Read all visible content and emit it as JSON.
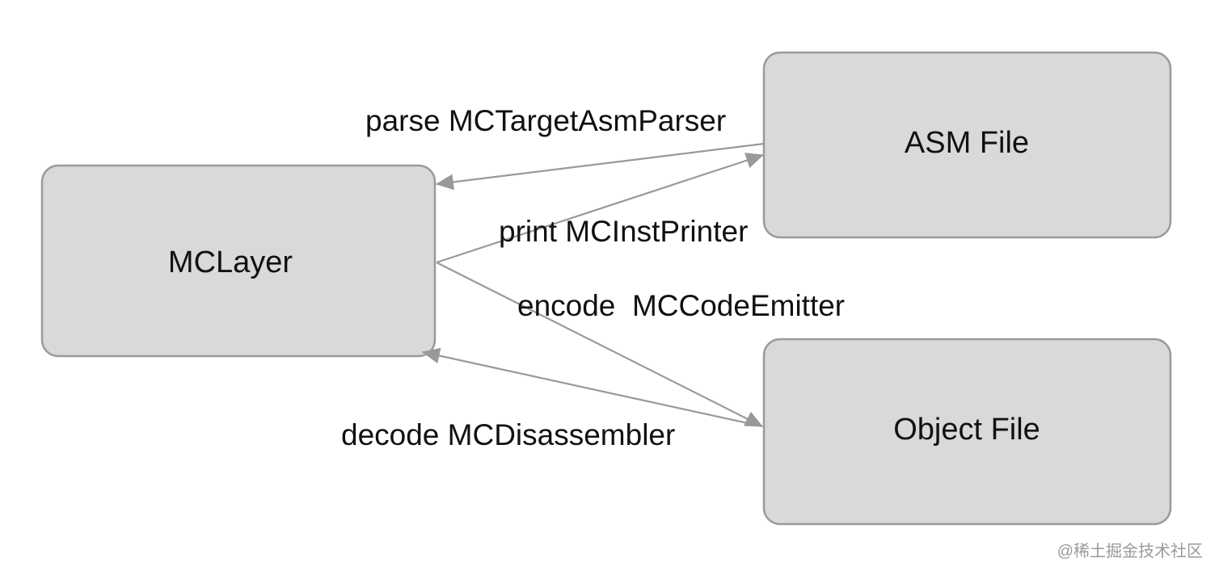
{
  "nodes": {
    "mclayer": "MCLayer",
    "asm_file": "ASM File",
    "object_file": "Object File"
  },
  "edges": {
    "parse": "parse MCTargetAsmParser",
    "print": "print MCInstPrinter",
    "encode": "encode  MCCodeEmitter",
    "decode": "decode MCDisassembler"
  },
  "watermark": "@稀土掘金技术社区",
  "colors": {
    "node_fill": "#d9d9d9",
    "node_border": "#9a9a9a",
    "arrow": "#999999",
    "text": "#111111"
  }
}
